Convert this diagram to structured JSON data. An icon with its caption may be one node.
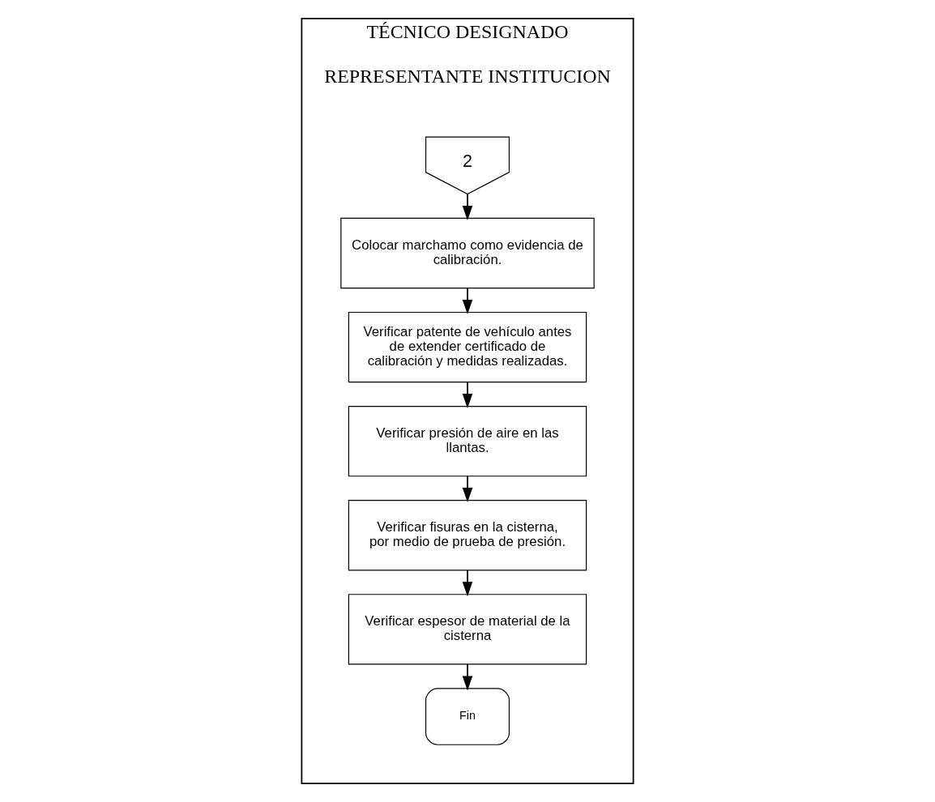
{
  "diagram": {
    "nodes": [
      {
        "text": [
          "TÉCNICO DESIGNADO",
          "REPRESENTANTE INSTITUCION"
        ]
      },
      {
        "text": [
          "2"
        ],
        "in": 0
      },
      {
        "text": [
          "Colocar marchamo como evidencia de calibración."
        ],
        "in": 0
      },
      {
        "text": [
          "Verificar patente de vehículo antes de extender certificado de calibración y medidas realizadas."
        ],
        "in": 0
      },
      {
        "text": [
          "Verificar presión de aire en las llantas."
        ],
        "in": 0
      },
      {
        "text": [
          "Verificar fisuras en la cisterna, por medio de prueba de presión."
        ],
        "in": 0
      },
      {
        "text": [
          "Verificar espesor de material de la cisterna"
        ],
        "in": 0
      },
      {
        "text": [
          "Fin"
        ],
        "in": 0
      }
    ],
    "edges": [
      {
        "from": 1,
        "to": 2,
        "arrow": "to"
      },
      {
        "from": 2,
        "to": 3,
        "arrow": "to"
      },
      {
        "from": 3,
        "to": 4,
        "arrow": "to"
      },
      {
        "from": 4,
        "to": 5,
        "arrow": "to"
      },
      {
        "from": 5,
        "to": 6,
        "arrow": "to"
      },
      {
        "from": 6,
        "to": 7,
        "arrow": "to"
      }
    ]
  }
}
